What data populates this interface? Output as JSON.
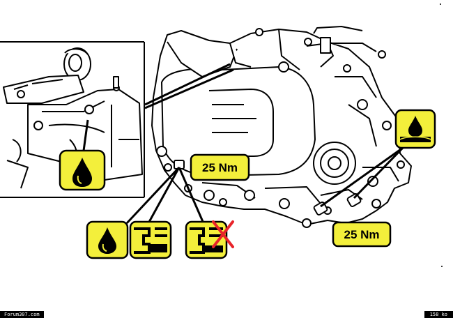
{
  "diagram": {
    "torque_labels": [
      "25 Nm",
      "25 Nm"
    ],
    "colors": {
      "badge_fill": "#f3ef3b",
      "line": "#000000",
      "cross": "#e8242a",
      "background": "#ffffff"
    },
    "icons": [
      "oil-drop-icon",
      "oil-drop-icon",
      "plug-filled-icon",
      "plug-removed-icon",
      "oil-level-tray-icon",
      "cross-icon"
    ]
  },
  "footer": {
    "site": "Forum307.com",
    "size": "158 ko"
  }
}
